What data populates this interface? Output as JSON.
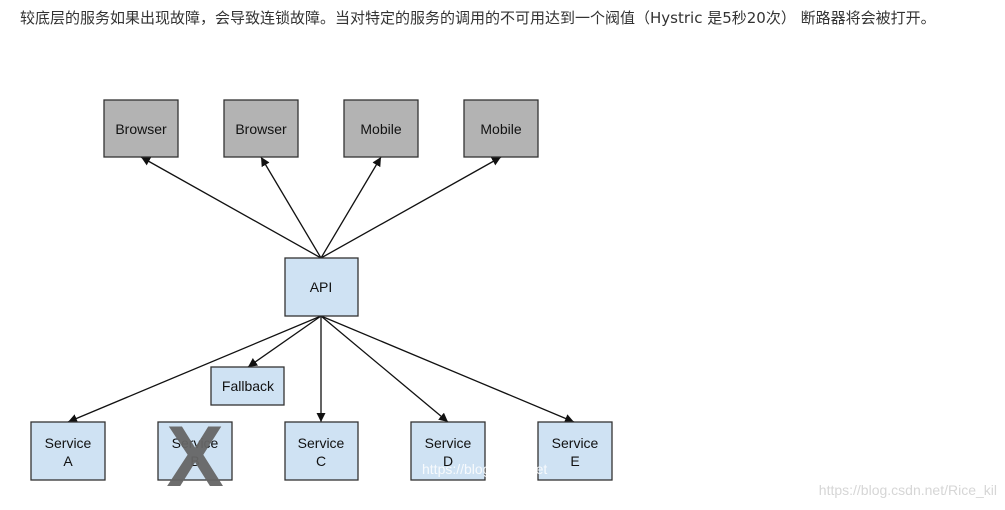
{
  "article": {
    "paragraph": "较底层的服务如果出现故障，会导致连锁故障。当对特定的服务的调用的不可用达到一个阀值（Hystric 是5秒20次） 断路器将会被打开。"
  },
  "diagram": {
    "clients": [
      {
        "label": "Browser"
      },
      {
        "label": "Browser"
      },
      {
        "label": "Mobile"
      },
      {
        "label": "Mobile"
      }
    ],
    "api": {
      "label": "API"
    },
    "fallback": {
      "label": "Fallback"
    },
    "services": [
      {
        "line1": "Service",
        "line2": "A"
      },
      {
        "line1": "Service",
        "line2": "B"
      },
      {
        "line1": "Service",
        "line2": "C"
      },
      {
        "line1": "Service",
        "line2": "D"
      },
      {
        "line1": "Service",
        "line2": "E"
      }
    ],
    "failed_marker": "X",
    "colors": {
      "client_fill": "#b3b3b3",
      "node_fill": "#cfe2f3",
      "stroke": "#333333",
      "failed_mark": "#666666"
    }
  },
  "watermarks": {
    "inner": "https://blog.csdn.net",
    "page": "https://blog.csdn.net/Rice_kil"
  }
}
